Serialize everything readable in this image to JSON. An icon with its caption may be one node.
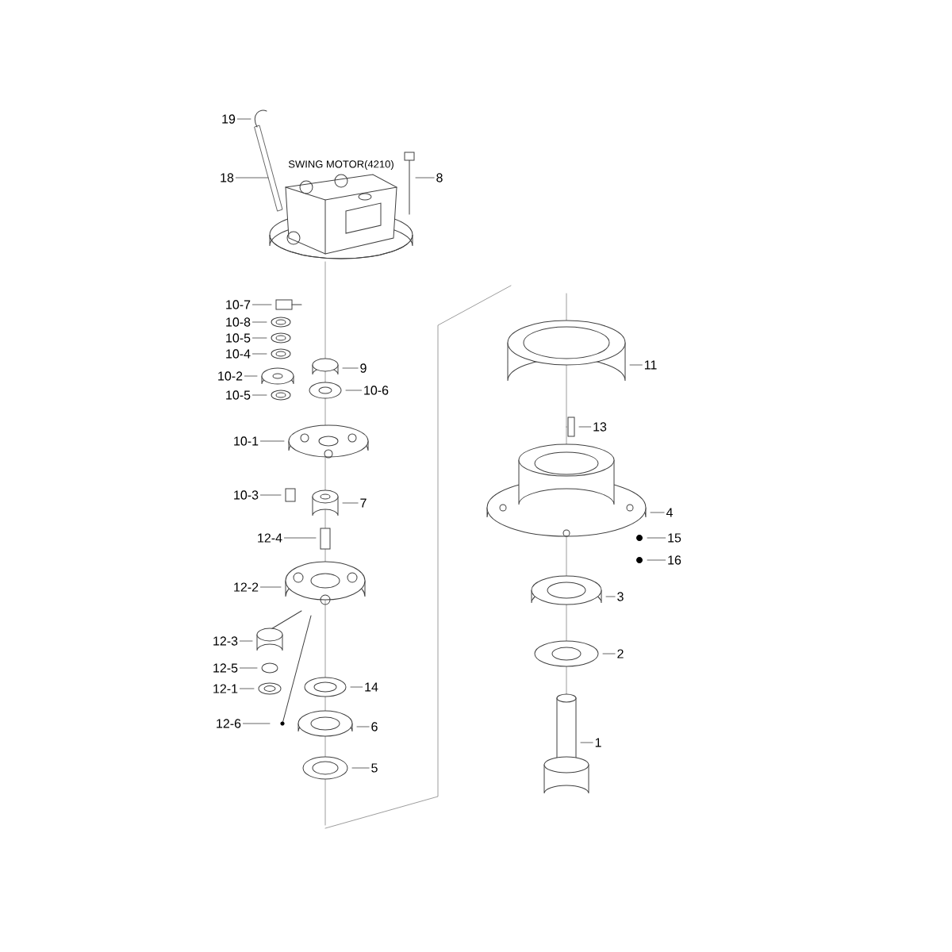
{
  "diagram": {
    "nodes": [
      {
        "text": [
          "19"
        ]
      },
      {
        "text": [
          "18"
        ]
      },
      {
        "text": [
          "8"
        ]
      },
      {
        "text": [
          "10-7"
        ]
      },
      {
        "text": [
          "10-8"
        ]
      },
      {
        "text": [
          "10-5"
        ]
      },
      {
        "text": [
          "10-4"
        ]
      },
      {
        "text": [
          "10-2"
        ]
      },
      {
        "text": [
          "9"
        ]
      },
      {
        "text": [
          "10-5"
        ]
      },
      {
        "text": [
          "10-6"
        ]
      },
      {
        "text": [
          "11"
        ]
      },
      {
        "text": [
          "10-1"
        ]
      },
      {
        "text": [
          "13"
        ]
      },
      {
        "text": [
          "10-3"
        ]
      },
      {
        "text": [
          "7"
        ]
      },
      {
        "text": [
          "4"
        ]
      },
      {
        "text": [
          "12-4"
        ]
      },
      {
        "text": [
          "15"
        ]
      },
      {
        "text": [
          "16"
        ]
      },
      {
        "text": [
          "12-2"
        ]
      },
      {
        "text": [
          "3"
        ]
      },
      {
        "text": [
          "12-3"
        ]
      },
      {
        "text": [
          "2"
        ]
      },
      {
        "text": [
          "12-5"
        ]
      },
      {
        "text": [
          "14"
        ]
      },
      {
        "text": [
          "12-1"
        ]
      },
      {
        "text": [
          "12-6"
        ]
      },
      {
        "text": [
          "6"
        ]
      },
      {
        "text": [
          "1"
        ]
      },
      {
        "text": [
          "5"
        ]
      }
    ],
    "edges": [
      {
        "from": 0,
        "to": null,
        "arrow": "none"
      },
      {
        "from": 1,
        "to": null,
        "arrow": "none"
      },
      {
        "from": 2,
        "to": null,
        "arrow": "none"
      },
      {
        "from": 3,
        "to": null,
        "arrow": "none"
      },
      {
        "from": 4,
        "to": null,
        "arrow": "none"
      },
      {
        "from": 5,
        "to": null,
        "arrow": "none"
      },
      {
        "from": 6,
        "to": null,
        "arrow": "none"
      },
      {
        "from": 7,
        "to": null,
        "arrow": "none"
      },
      {
        "from": 8,
        "to": null,
        "arrow": "none"
      },
      {
        "from": 9,
        "to": null,
        "arrow": "none"
      },
      {
        "from": 10,
        "to": null,
        "arrow": "none"
      },
      {
        "from": 11,
        "to": null,
        "arrow": "none"
      },
      {
        "from": 12,
        "to": null,
        "arrow": "none"
      },
      {
        "from": 13,
        "to": null,
        "arrow": "none"
      },
      {
        "from": 14,
        "to": null,
        "arrow": "none"
      },
      {
        "from": 15,
        "to": null,
        "arrow": "none"
      },
      {
        "from": 16,
        "to": null,
        "arrow": "none"
      },
      {
        "from": 17,
        "to": null,
        "arrow": "none"
      },
      {
        "from": 18,
        "to": null,
        "arrow": "none"
      },
      {
        "from": 19,
        "to": null,
        "arrow": "none"
      },
      {
        "from": 20,
        "to": null,
        "arrow": "none"
      },
      {
        "from": 21,
        "to": null,
        "arrow": "none"
      },
      {
        "from": 22,
        "to": null,
        "arrow": "none"
      },
      {
        "from": 23,
        "to": null,
        "arrow": "none"
      },
      {
        "from": 24,
        "to": null,
        "arrow": "none"
      },
      {
        "from": 25,
        "to": null,
        "arrow": "none"
      },
      {
        "from": 26,
        "to": null,
        "arrow": "none"
      },
      {
        "from": 27,
        "to": null,
        "arrow": "none"
      },
      {
        "from": 28,
        "to": null,
        "arrow": "none"
      },
      {
        "from": 29,
        "to": null,
        "arrow": "none"
      },
      {
        "from": 30,
        "to": null,
        "arrow": "none"
      }
    ],
    "labels": [
      "SWING MOTOR(4210)"
    ]
  }
}
